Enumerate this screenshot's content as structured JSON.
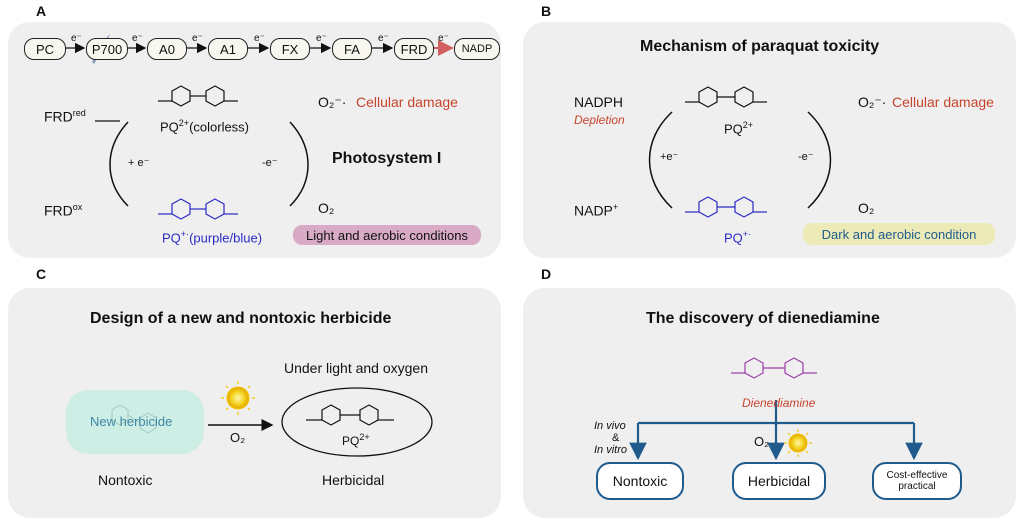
{
  "panel_a": {
    "label": "A",
    "chain": [
      "PC",
      "P700",
      "A0",
      "A1",
      "FX",
      "FA",
      "FRD",
      "NADP"
    ],
    "electron": "e⁻",
    "frd_red": "FRD",
    "frd_red_sup": "red",
    "frd_ox": "FRD",
    "frd_ox_sup": "ox",
    "pq2_name": "PQ",
    "pq2_charge": "2+",
    "pq2_desc": "(colorless)",
    "pq1_name": "PQ",
    "pq1_charge": "+·",
    "pq1_desc": "(purple/blue)",
    "plus_e": "+ e⁻",
    "minus_e": "-e⁻",
    "o2_radical": "O₂⁻·",
    "o2": "O₂",
    "damage": "Cellular damage",
    "system": "Photosystem I",
    "condition": "Light and aerobic conditions"
  },
  "panel_b": {
    "label": "B",
    "title": "Mechanism of paraquat toxicity",
    "nadph": "NADPH",
    "depletion": "Depletion",
    "nadp": "NADP",
    "nadp_sup": "+",
    "pq2": "PQ",
    "pq2_charge": "2+",
    "pq1": "PQ",
    "pq1_charge": "+·",
    "plus_e": "+e⁻",
    "minus_e": "-e⁻",
    "o2_radical": "O₂⁻·",
    "o2": "O₂",
    "damage": "Cellular damage",
    "condition": "Dark and aerobic condition"
  },
  "panel_c": {
    "label": "C",
    "title": "Design of a new and nontoxic herbicide",
    "new_herbicide": "New herbicide",
    "o2": "O₂",
    "under": "Under light and oxygen",
    "pq": "PQ",
    "pq_charge": "2+",
    "nontoxic": "Nontoxic",
    "herbicidal": "Herbicidal"
  },
  "panel_d": {
    "label": "D",
    "title": "The discovery of dienediamine",
    "compound": "Dienediamine",
    "in_vivo": "In vivo",
    "amp": "&",
    "in_vitro": "In vitro",
    "o2": "O₂",
    "box1": "Nontoxic",
    "box2": "Herbicidal",
    "box3_line1": "Cost-effective",
    "box3_line2": "practical"
  },
  "colors": {
    "panel_bg": "#efefef",
    "red_text": "#c8442d",
    "blue_text": "#2b2bc4",
    "pink_pill": "#d9aac6",
    "yellow_pill": "#ecebb8",
    "teal_blob": "#cdeee4",
    "arrow_blue": "#1f5b8c",
    "purple_molecule": "#9b3ea7"
  }
}
